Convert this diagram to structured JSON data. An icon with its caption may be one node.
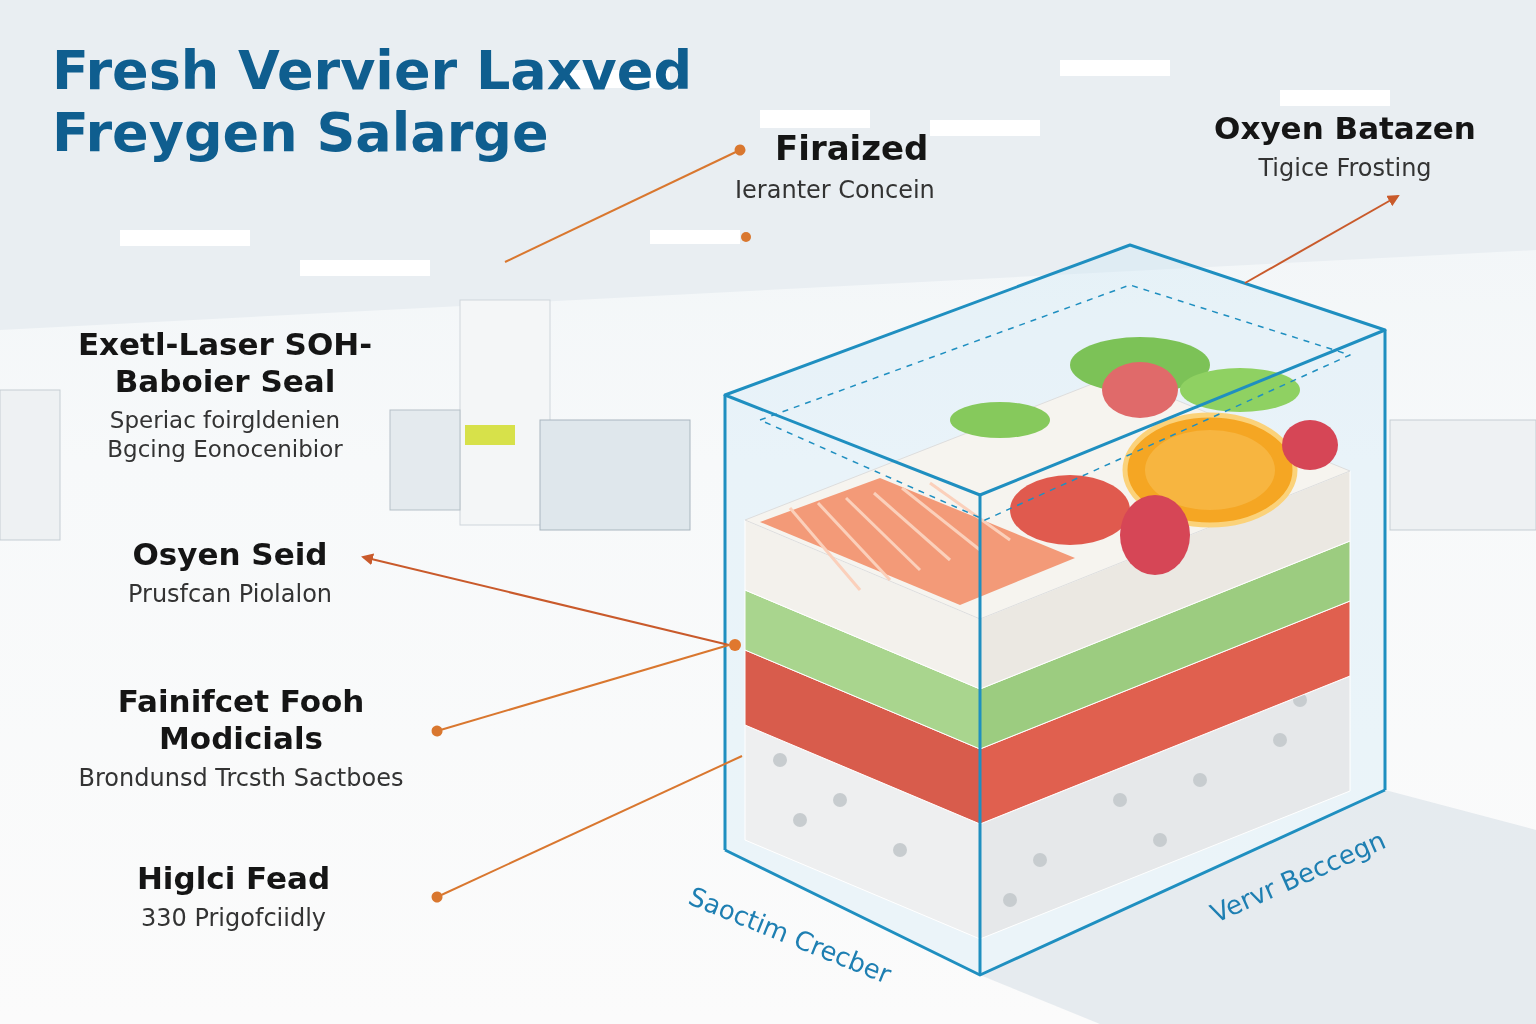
{
  "diagram": {
    "title": "Fresh Vervier Laxved Freygen Salarge",
    "nodes": [
      {
        "text": [
          "Firaized",
          "Ieranter Concein"
        ]
      },
      {
        "text": [
          "Oxyen Batazen",
          "Tigice Frosting"
        ]
      },
      {
        "text": [
          "Exetl-Laser SOH-Baboier Seal",
          "Speriac foirgldenien Bgcing Eonocenibior"
        ]
      },
      {
        "text": [
          "Osyen Seid",
          "Prusfcan Piolalon"
        ]
      },
      {
        "text": [
          "Fainifcet Fooh Modicials",
          "Brondunsd Trcsth Sactboes"
        ]
      },
      {
        "text": [
          "Higlci Fead",
          "330 Prigofciidly"
        ]
      },
      {
        "text": [],
        "shape": "picture"
      },
      {
        "text": [],
        "shape": "circle",
        "in": 6
      },
      {
        "text": [],
        "shape": "box",
        "in": 6
      }
    ],
    "edges": [
      {
        "from": 0,
        "to": null,
        "arrow": "other"
      },
      {
        "from": 6,
        "to": 1,
        "arrow": "to"
      },
      {
        "from": 7,
        "to": 3,
        "arrow": "to"
      },
      {
        "from": 4,
        "to": 7,
        "arrow": "other"
      },
      {
        "from": 5,
        "to": 8,
        "arrow": "other"
      }
    ],
    "labels": [
      "Saoctim Crecber",
      "Vervr Beccegn"
    ]
  }
}
